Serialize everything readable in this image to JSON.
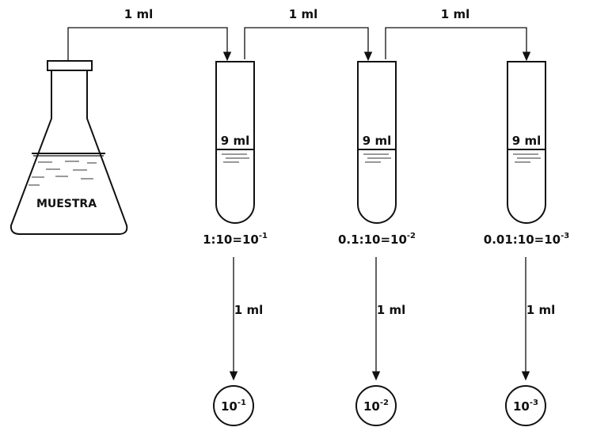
{
  "flask": {
    "label": "MUESTRA"
  },
  "transfers_top": [
    "1 ml",
    "1 ml",
    "1 ml"
  ],
  "tubes": [
    {
      "volume": "9 ml",
      "ratio_main": "1:10=10",
      "ratio_exp": "-1"
    },
    {
      "volume": "9 ml",
      "ratio_main": "0.1:10=10",
      "ratio_exp": "-2"
    },
    {
      "volume": "9 ml",
      "ratio_main": "0.01:10=10",
      "ratio_exp": "-3"
    }
  ],
  "transfers_down": [
    "1 ml",
    "1 ml",
    "1 ml"
  ],
  "plates": [
    {
      "base": "10",
      "exp": "-1"
    },
    {
      "base": "10",
      "exp": "-2"
    },
    {
      "base": "10",
      "exp": "-3"
    }
  ]
}
